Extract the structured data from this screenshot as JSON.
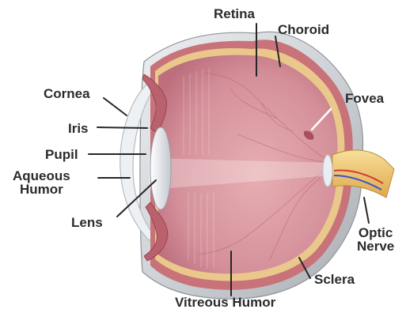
{
  "labels": {
    "retina": "Retina",
    "choroid": "Choroid",
    "cornea": "Cornea",
    "fovea": "Fovea",
    "iris": "Iris",
    "pupil": "Pupil",
    "aqueous_humor": [
      "Aqueous",
      "Humor"
    ],
    "lens": "Lens",
    "optic_nerve": [
      "Optic",
      "Nerve"
    ],
    "sclera": "Sclera",
    "vitreous_humor": "Vitreous Humor"
  },
  "colors": {
    "sclera": "#d4d6da",
    "retina": "#eac88c",
    "choroid": "#c8727a",
    "vitreous": "#d6909a",
    "lens": "#eef0f4",
    "cornea": "#eef1f4",
    "optic_nerve": "#f0c870",
    "label_text": "#2b2b2b"
  }
}
